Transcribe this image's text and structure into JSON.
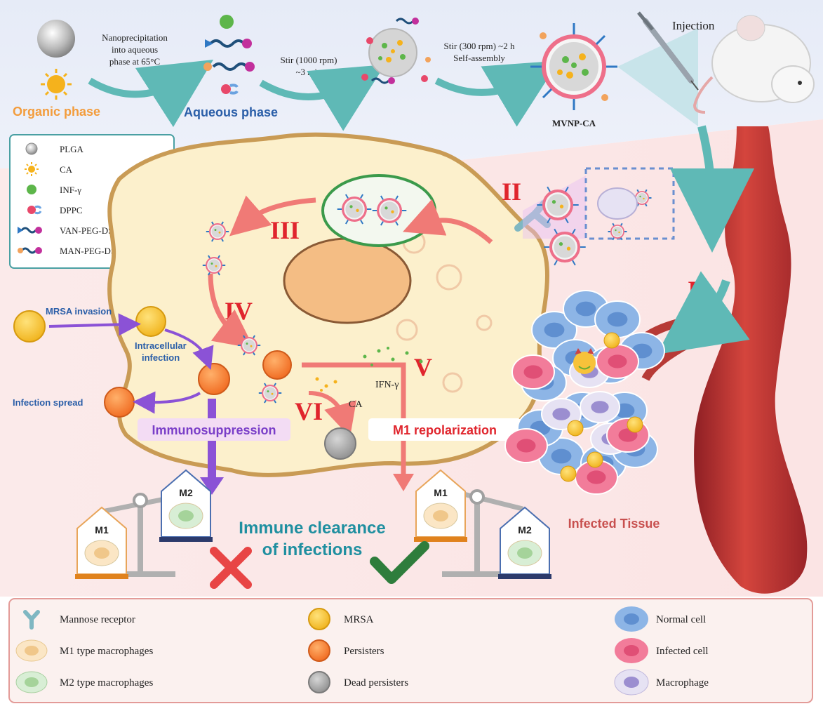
{
  "top": {
    "organic_phase": "Organic phase",
    "aqueous_phase": "Aqueous phase",
    "step1": [
      "Nanoprecipitation",
      "into aqueous",
      "phase at 65°C"
    ],
    "step2": [
      "Stir (1000 rpm)",
      "~3 min"
    ],
    "step3": [
      "Stir (300 rpm) ~2 h",
      "Self-assembly"
    ],
    "product": "MVNP-CA",
    "injection": "Injection"
  },
  "components_legend": [
    {
      "label": "PLGA",
      "icon": "plga-icon",
      "color": "#9a9a9a"
    },
    {
      "label": "CA",
      "icon": "ca-sun-icon",
      "color": "#f5b21c"
    },
    {
      "label": "INF-γ",
      "icon": "inf-gamma-icon",
      "color": "#5db64a"
    },
    {
      "label": "DPPC",
      "icon": "dppc-icon",
      "color": "#e8486a"
    },
    {
      "label": "VAN-PEG-DSPE",
      "icon": "van-peg-dspe-icon",
      "color": "#2f78c4"
    },
    {
      "label": "MAN-PEG-DSPE",
      "icon": "man-peg-dspe-icon",
      "color": "#f2a35c"
    }
  ],
  "steps": {
    "I": "I",
    "II": "II",
    "III": "III",
    "IV": "IV",
    "V": "V",
    "VI": "VI"
  },
  "labels": {
    "mrsa_invasion": "MRSA invasion",
    "intracellular": [
      "Intracellular",
      "infection"
    ],
    "infection_spread": "Infection spread",
    "immunosuppression": "Immunosuppression",
    "m1_repolarization": "M1 repolarization",
    "ifn": "IFN-γ",
    "ca": "CA",
    "immune_clearance": [
      "Immune clearance",
      "of infections"
    ],
    "infected_tissue": "Infected Tissue",
    "m1": "M1",
    "m2": "M2"
  },
  "bottom_legend": [
    {
      "label": "Mannose receptor",
      "icon": "mannose-receptor-icon"
    },
    {
      "label": "M1 type macrophages",
      "icon": "m1-macrophage-icon"
    },
    {
      "label": "M2 type macrophages",
      "icon": "m2-macrophage-icon"
    },
    {
      "label": "MRSA",
      "icon": "mrsa-icon"
    },
    {
      "label": "Persisters",
      "icon": "persister-icon"
    },
    {
      "label": "Dead persisters",
      "icon": "dead-persister-icon"
    },
    {
      "label": "Normal cell",
      "icon": "normal-cell-icon"
    },
    {
      "label": "Infected cell",
      "icon": "infected-cell-icon"
    },
    {
      "label": "Macrophage",
      "icon": "macrophage-icon"
    }
  ],
  "colors": {
    "organic": "#f39c3c",
    "aqueous": "#2a5ea8",
    "roman": "#e0252d",
    "purple": "#8b52d6",
    "teal_text": "#1f8fa0",
    "infected_tissue": "#c8504f",
    "check": "#2e7d3c",
    "cross": "#e84545"
  }
}
